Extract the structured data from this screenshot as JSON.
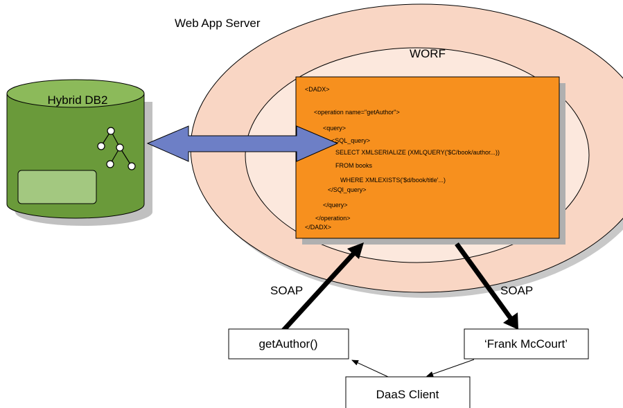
{
  "server_label": "Web App Server",
  "worf_label": "WORF",
  "db_label": "Hybrid DB2",
  "dadx_lines": [
    "<DADX>",
    "<operation name=\"getAuthor\">",
    "<query>",
    "<SQL_query>",
    "SELECT XMLSERIALIZE (XMLQUERY('$C/book/author...))",
    "FROM books",
    "WHERE XMLEXISTS('$d/book/title'...)",
    "</SQl_query>",
    "</query>",
    "</operation>",
    "</DADX>"
  ],
  "soap_left": "SOAP",
  "soap_right": "SOAP",
  "request_box": "getAuthor()",
  "response_box": "‘Frank McCourt’",
  "client_box": "DaaS Client",
  "colors": {
    "outer_ellipse": "#f9d6c4",
    "inner_ellipse": "#fce8dd",
    "dadx_box": "#f7901e",
    "db_body": "#6a9a3a",
    "db_top": "#8cba5a",
    "arrow_blue": "#6d7fc6"
  }
}
